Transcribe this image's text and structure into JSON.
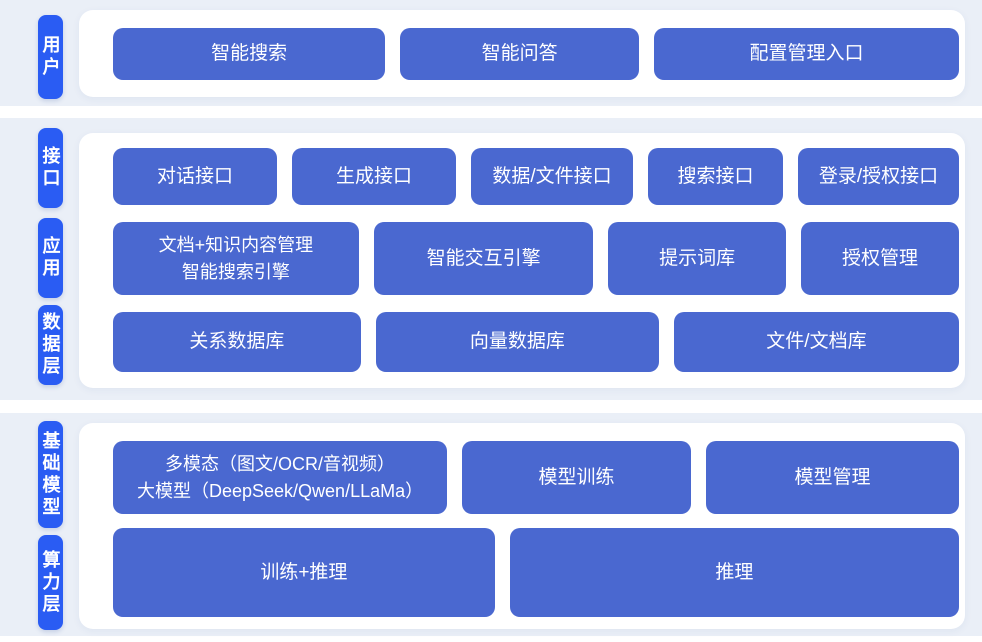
{
  "colors": {
    "page_bg": "#ffffff",
    "band_bg": "#eaeff7",
    "card_bg": "#ffffff",
    "layer_label_bg": "#2a5cf3",
    "block_bg": "#4a68d0",
    "block_text": "#ffffff"
  },
  "bands": [
    {
      "groups": [
        {
          "label": "用户",
          "buttons": [
            {
              "label": "智能搜索"
            },
            {
              "label": "智能问答"
            },
            {
              "label": "配置管理入口"
            }
          ]
        }
      ]
    },
    {
      "groups": [
        {
          "label": "接口",
          "buttons": [
            {
              "label": "对话接口"
            },
            {
              "label": "生成接口"
            },
            {
              "label": "数据/文件接口"
            },
            {
              "label": "搜索接口"
            },
            {
              "label": "登录/授权接口"
            }
          ]
        },
        {
          "label": "应用",
          "buttons": [
            {
              "label": "文档+知识内容管理\n智能搜索引擎"
            },
            {
              "label": "智能交互引擎"
            },
            {
              "label": "提示词库"
            },
            {
              "label": "授权管理"
            }
          ]
        },
        {
          "label": "数据层",
          "buttons": [
            {
              "label": "关系数据库"
            },
            {
              "label": "向量数据库"
            },
            {
              "label": "文件/文档库"
            }
          ]
        }
      ]
    },
    {
      "groups": [
        {
          "label": "基础模型",
          "buttons": [
            {
              "label": "多模态（图文/OCR/音视频）\n大模型（DeepSeek/Qwen/LLaMa）"
            },
            {
              "label": "模型训练"
            },
            {
              "label": "模型管理"
            }
          ]
        },
        {
          "label": "算力层",
          "buttons": [
            {
              "label": "训练+推理"
            },
            {
              "label": "推理"
            }
          ]
        }
      ]
    }
  ]
}
